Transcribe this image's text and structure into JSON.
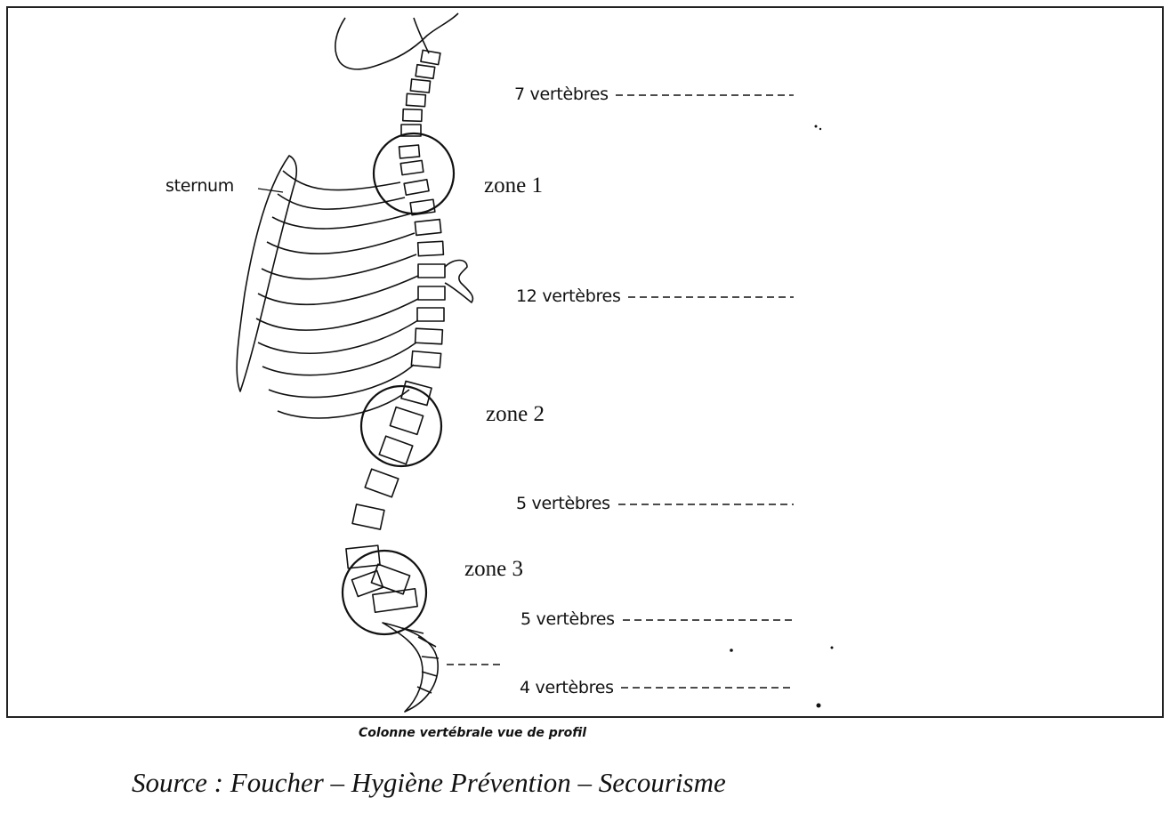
{
  "labels": {
    "sternum": "sternum",
    "cervical": "7 vertèbres",
    "zone1": "zone 1",
    "thoracic": "12 vertèbres",
    "zone2": "zone 2",
    "lumbar": "5 vertèbres",
    "zone3": "zone 3",
    "sacral": "5 vertèbres",
    "coccyx": "4 vertèbres"
  },
  "caption": "Colonne vertébrale vue de profil",
  "source": "Source : Foucher – Hygiène Prévention – Secourisme"
}
